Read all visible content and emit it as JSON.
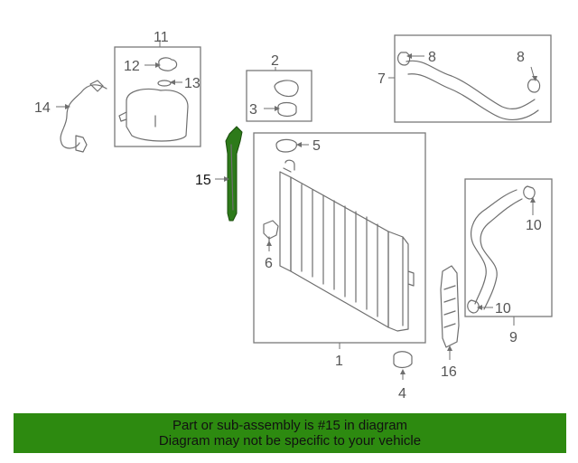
{
  "callouts": {
    "c1": "1",
    "c2": "2",
    "c3": "3",
    "c4": "4",
    "c5": "5",
    "c6": "6",
    "c7": "7",
    "c8a": "8",
    "c8b": "8",
    "c9": "9",
    "c10a": "10",
    "c10b": "10",
    "c11": "11",
    "c12": "12",
    "c13": "13",
    "c14": "14",
    "c15": "15",
    "c16": "16"
  },
  "highlight": {
    "part_number": "15",
    "color": "#2d8a10"
  },
  "banner": {
    "line1": "Part or sub-assembly is #15 in diagram",
    "line2": "Diagram may not be specific to your vehicle"
  }
}
